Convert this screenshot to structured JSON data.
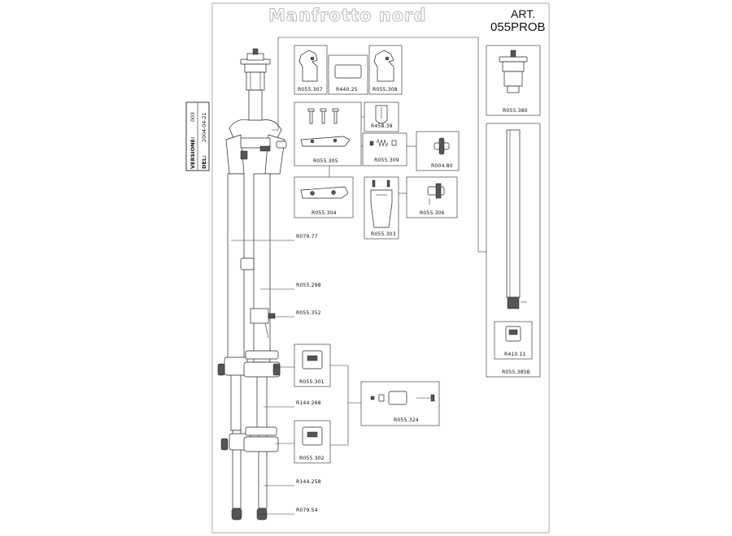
{
  "header": {
    "brand": "Manfrotto nord",
    "art_label": "ART.",
    "art_code": "055PROB"
  },
  "version_block": {
    "version_label": "VERSIONE:",
    "version_value": "003",
    "date_label": "DEL:",
    "date_value": "2004-04-21"
  },
  "parts": {
    "p055307": "R055.307",
    "p44025": "R440.25",
    "p055308": "R055.308",
    "p45839": "R458.39",
    "p055305": "R055.305",
    "p055309": "R055.309",
    "p00480": "R004.80",
    "p055304": "R055.304",
    "p055303": "R055.303",
    "p055306": "R055.306",
    "p055380": "R055.380",
    "p41011": "R410.11",
    "p055385B": "R055.385B",
    "p07977": "R079.77",
    "p055298": "R055.298",
    "p055352": "R055.352",
    "p055301": "R055.301",
    "p144268": "R144.268",
    "p055324": "R055.324",
    "p055302": "R055.302",
    "p144258": "R144.258",
    "p07954": "R079.54"
  }
}
